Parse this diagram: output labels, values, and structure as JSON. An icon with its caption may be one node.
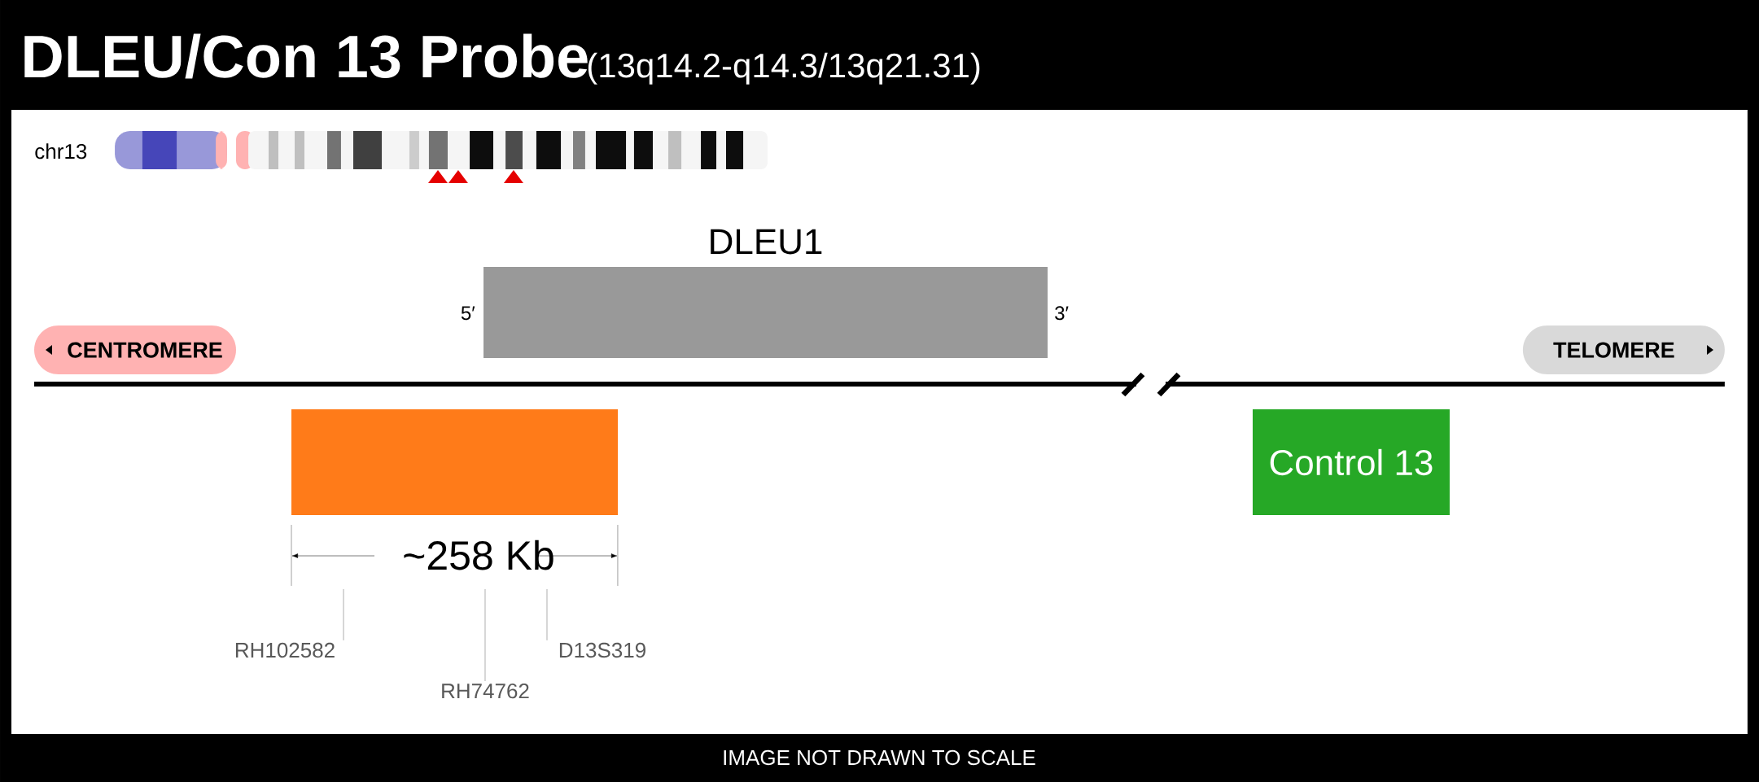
{
  "diagram": {
    "title": "DLEU/Con 13 Probe",
    "caption": "IMAGE NOT DRAWN TO SCALE",
    "nodes": [
      {
        "text": [
          "DLEU1"
        ],
        "beside": [
          "5′",
          "3′"
        ]
      },
      {
        "text": [
          "CENTROMERE"
        ]
      },
      {
        "text": [
          "TELOMERE"
        ]
      },
      {
        "text": [],
        "shape": "box"
      },
      {
        "text": [
          "Control 13"
        ]
      },
      {
        "text": [
          "RH102582"
        ]
      },
      {
        "text": [
          "RH74762"
        ]
      },
      {
        "text": [
          "D13S319"
        ]
      }
    ],
    "edges": [
      {
        "from": 5,
        "to": null,
        "arrow": "none"
      },
      {
        "from": 6,
        "to": null,
        "arrow": "none"
      },
      {
        "from": 7,
        "to": null,
        "arrow": "none"
      }
    ],
    "labels": [
      "(13q14.2-q14.3/13q21.31)",
      "chr13",
      "~258 Kb"
    ]
  }
}
